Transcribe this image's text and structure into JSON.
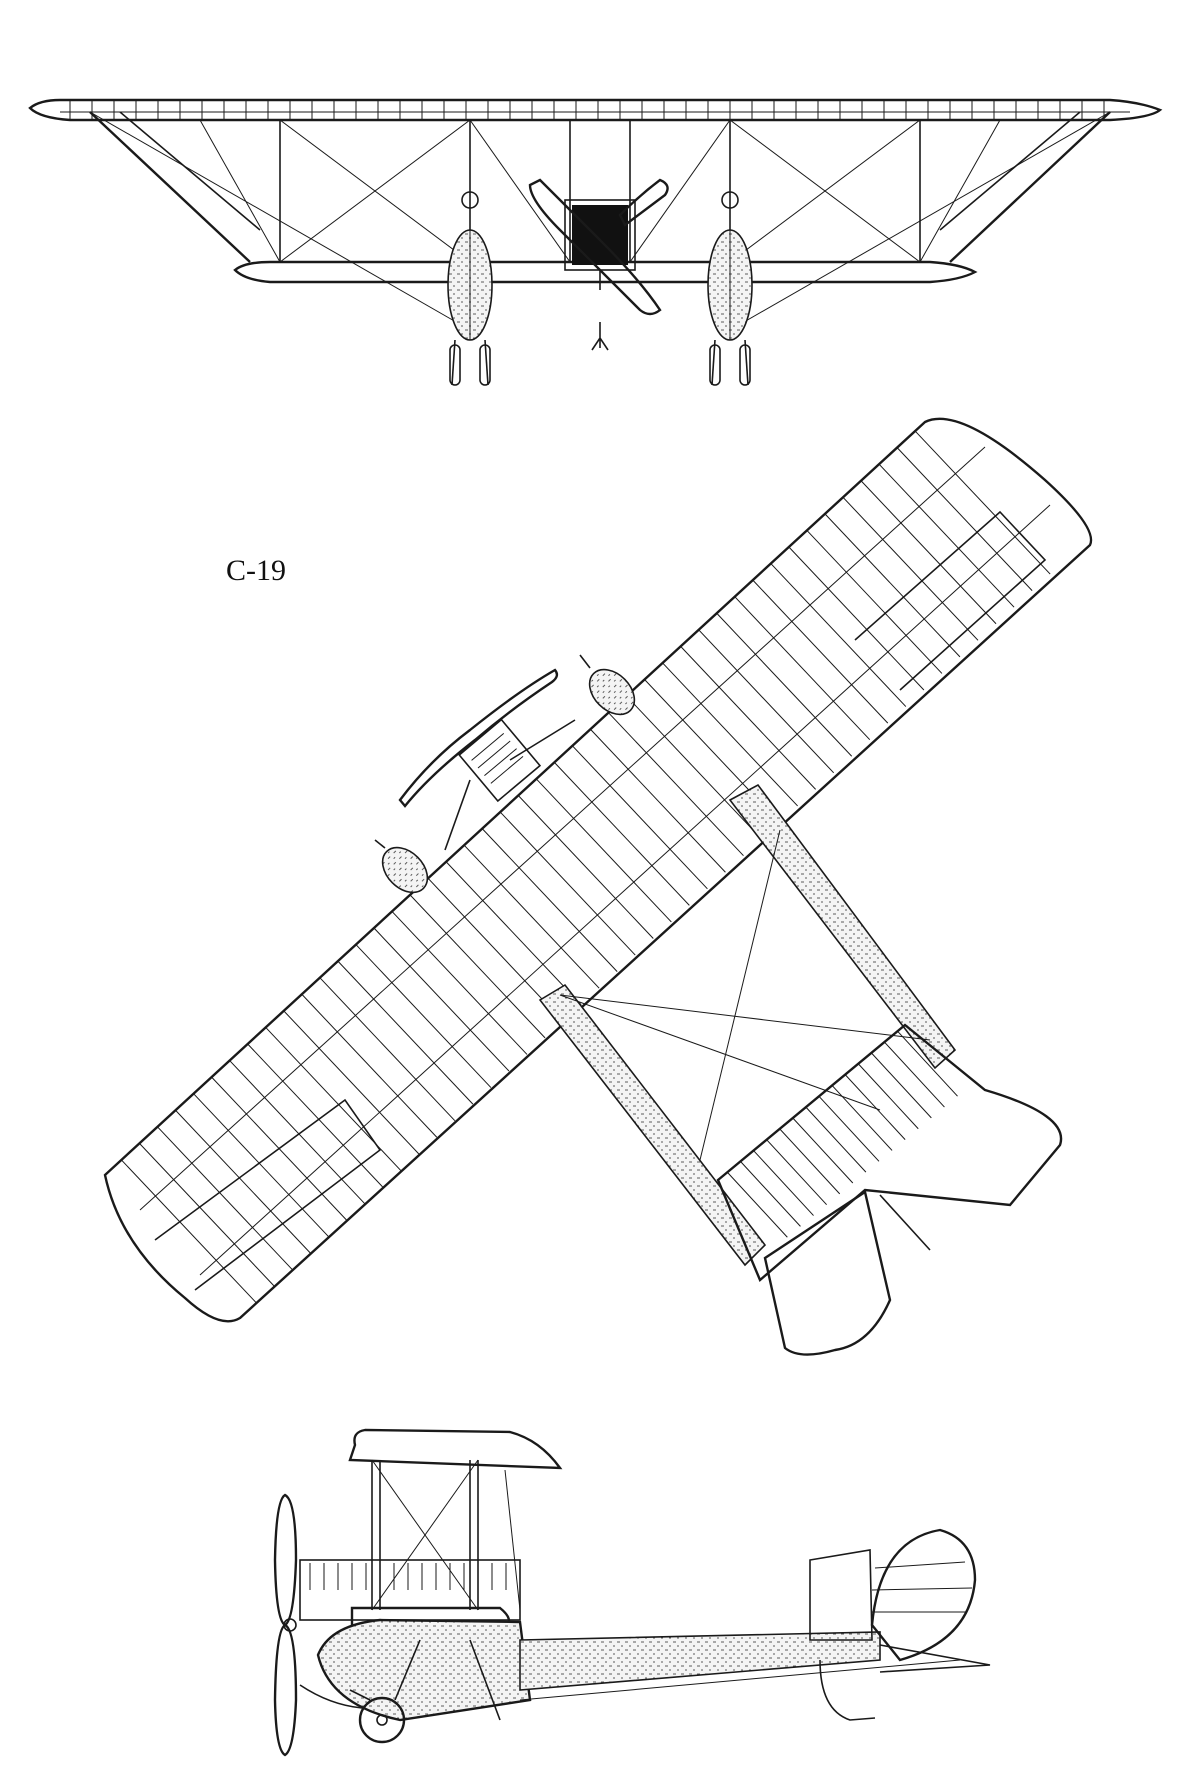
{
  "drawing": {
    "designation": "С-19",
    "views": [
      "front-view",
      "top-view",
      "side-view"
    ],
    "ink_color": "#1a1a1a",
    "paper_color": "#ffffff"
  }
}
